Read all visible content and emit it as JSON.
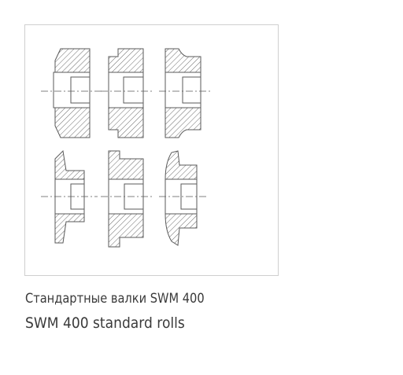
{
  "figure": {
    "line_color": "#5a5a5a",
    "hatch_color": "#6a6a6a",
    "border_color": "#cfcfcf",
    "items": [
      {
        "id": "roll-1",
        "profile": "flat"
      },
      {
        "id": "roll-2",
        "profile": "stepped"
      },
      {
        "id": "roll-3",
        "profile": "grooved"
      },
      {
        "id": "roll-4",
        "profile": "flanged"
      },
      {
        "id": "roll-5",
        "profile": "stepped-flat"
      },
      {
        "id": "roll-6",
        "profile": "rounded"
      }
    ]
  },
  "captions": {
    "russian": "Стандартные валки SWM 400",
    "english": "SWM 400 standard rolls"
  }
}
